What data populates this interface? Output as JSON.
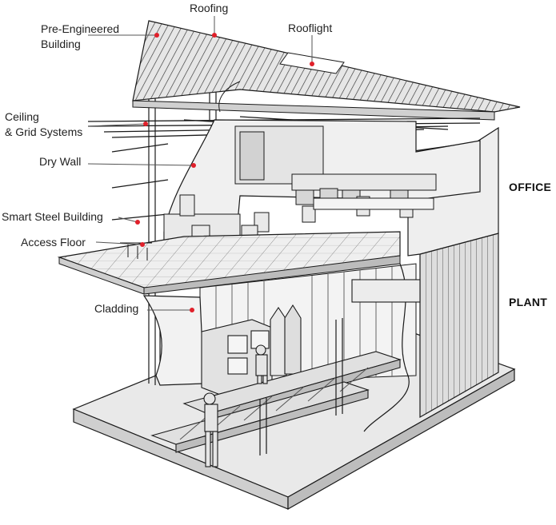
{
  "labels": {
    "pre_engineered_line1": "Pre-Engineered",
    "pre_engineered_line2": "Building",
    "roofing": "Roofing",
    "rooflight": "Rooflight",
    "ceiling_line1": "Ceiling",
    "ceiling_line2": "& Grid Systems",
    "dry_wall": "Dry Wall",
    "smart_steel": "Smart Steel Building",
    "access_floor": "Access Floor",
    "cladding": "Cladding"
  },
  "sections": {
    "office": "OFFICE",
    "plant": "PLANT"
  },
  "colors": {
    "leader": "#e0202a",
    "line": "#1a1a1a",
    "fill_light": "#f1f1f1",
    "fill_mid": "#dcdcdc",
    "fill_dark": "#c4c4c4"
  }
}
